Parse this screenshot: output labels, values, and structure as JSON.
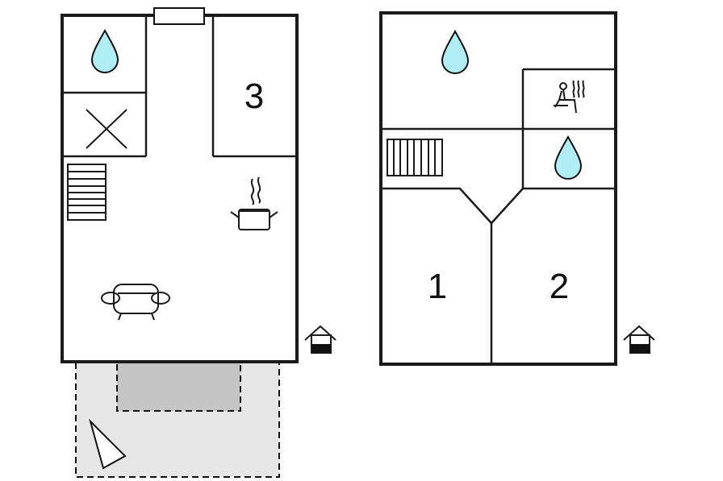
{
  "ground_floor": {
    "rooms": [
      {
        "label": "3"
      }
    ],
    "icons": [
      "water-drop-icon",
      "cross-icon",
      "stairs-icon",
      "cooking-pot-icon",
      "sofa-icon",
      "house-entrance-icon",
      "compass-arrow-icon"
    ]
  },
  "first_floor": {
    "rooms": [
      {
        "label": "1"
      },
      {
        "label": "2"
      }
    ],
    "icons": [
      "water-drop-icon",
      "sauna-icon",
      "water-drop-icon",
      "stairs-icon",
      "house-entrance-icon"
    ]
  },
  "colors": {
    "wall": "#1a1a1a",
    "water": "#aeeef4",
    "terrace": "#e6e6e6",
    "terrace_inner": "#c4c4c4"
  }
}
